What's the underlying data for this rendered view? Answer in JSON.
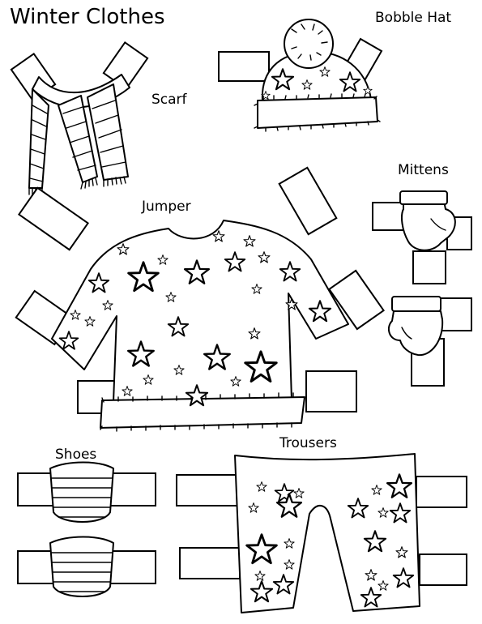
{
  "title": "Winter Clothes",
  "labels": {
    "bobble_hat": "Bobble Hat",
    "scarf": "Scarf",
    "mittens": "Mittens",
    "jumper": "Jumper",
    "shoes": "Shoes",
    "trousers": "Trousers"
  }
}
